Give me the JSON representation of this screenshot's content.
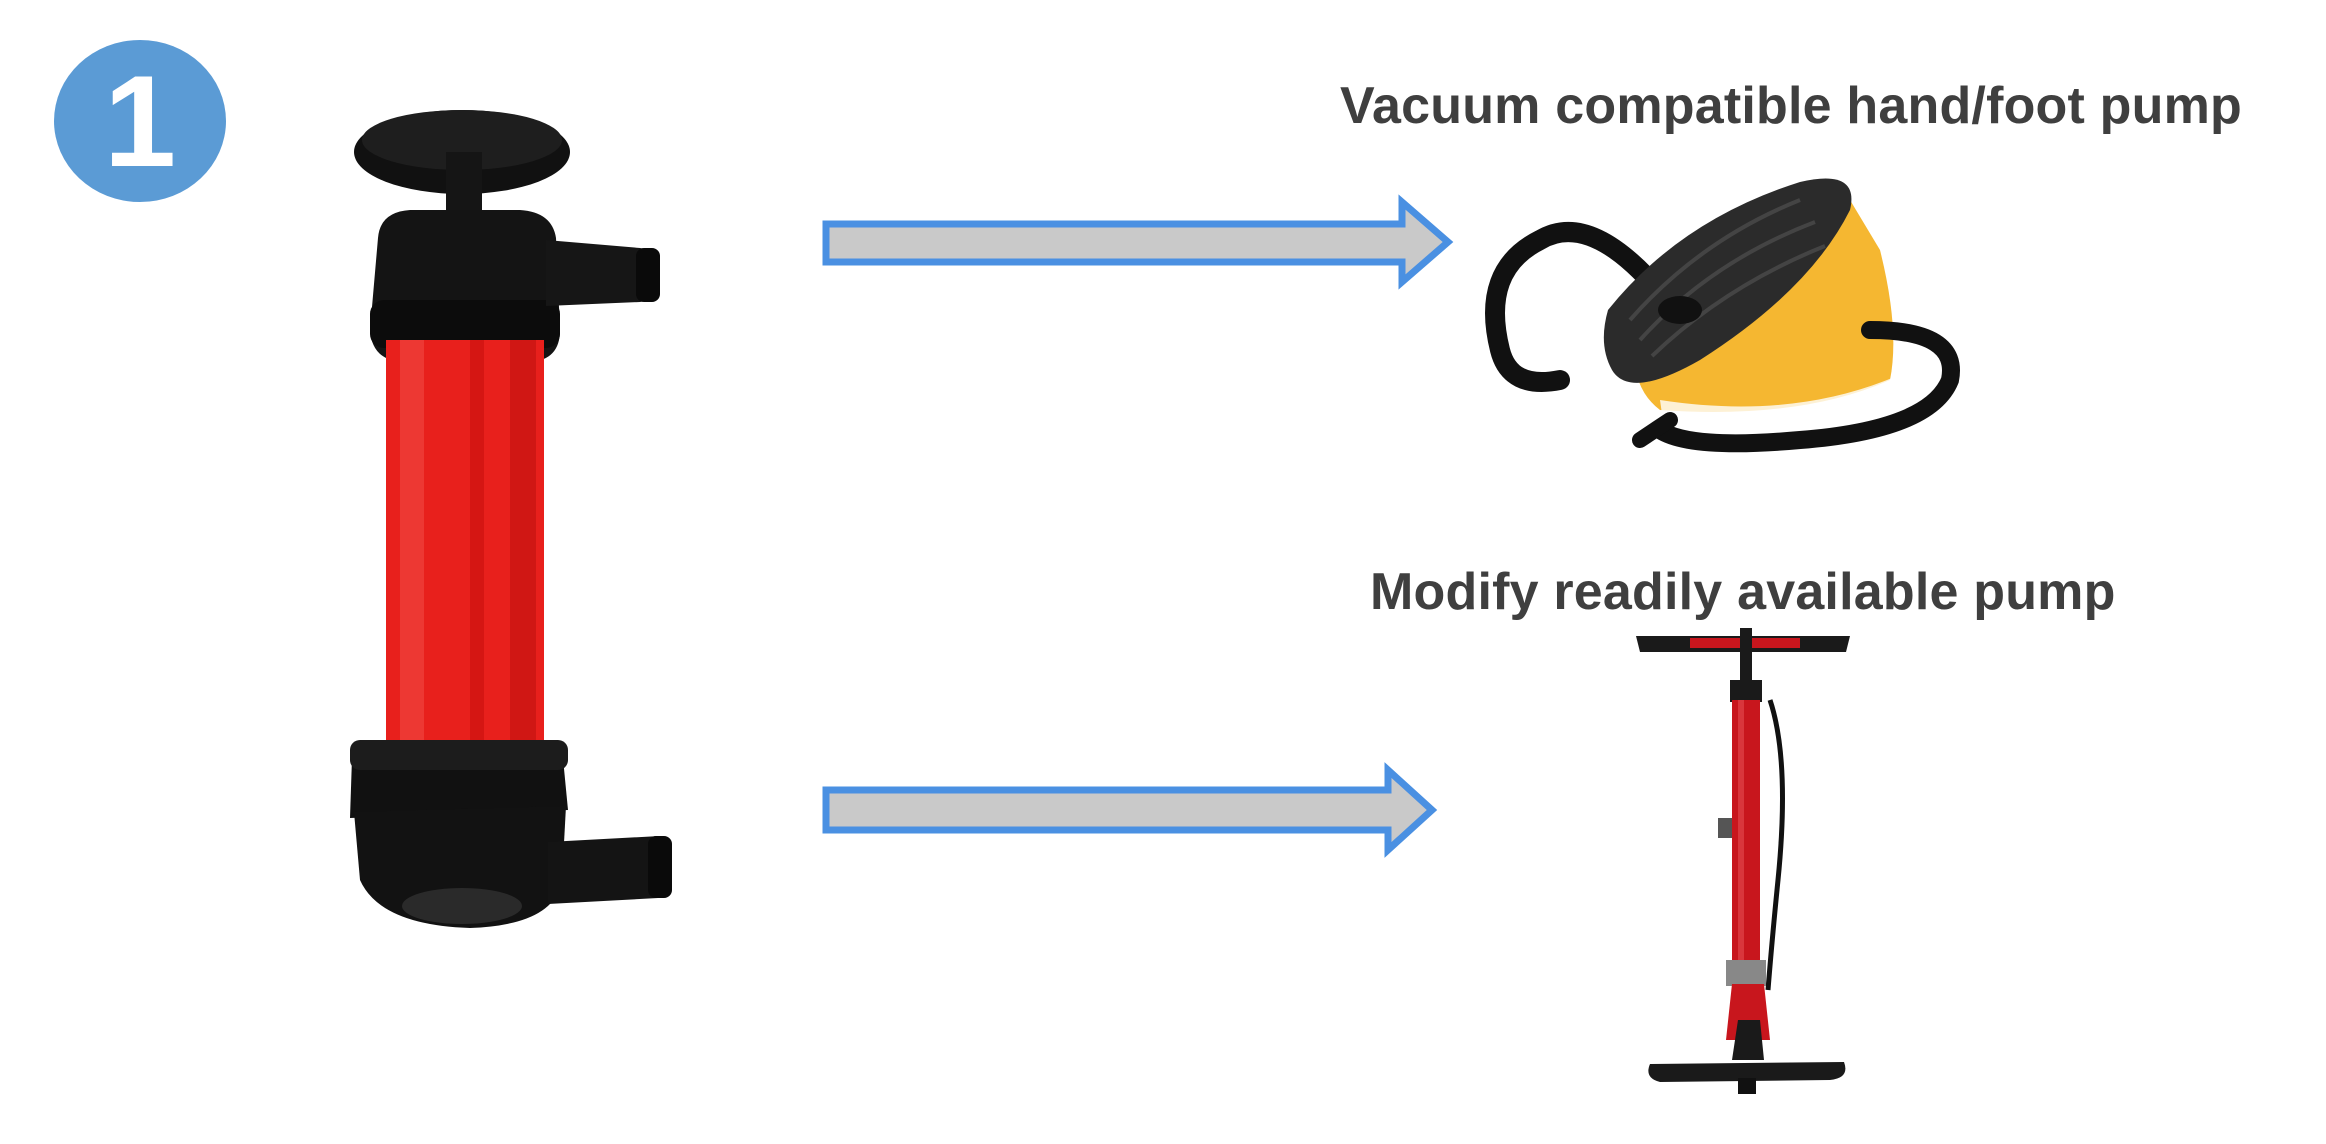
{
  "step_badge": {
    "number": "1",
    "color": "#5b9bd5"
  },
  "source_item": {
    "icon": "siphon-hand-pump-icon",
    "colors": {
      "body": "#e8201c",
      "fittings": "#111111"
    }
  },
  "options": [
    {
      "label": "Vacuum compatible hand/foot pump",
      "icon": "foot-pump-icon",
      "colors": {
        "body": "#f5b731",
        "top": "#2a2a2a"
      }
    },
    {
      "label": "Modify readily available pump",
      "icon": "floor-bike-pump-icon",
      "colors": {
        "body": "#c8161d",
        "frame": "#1a1a1a"
      }
    }
  ],
  "arrows": {
    "fill": "#c9c9c9",
    "outline": "#4a90e2"
  }
}
